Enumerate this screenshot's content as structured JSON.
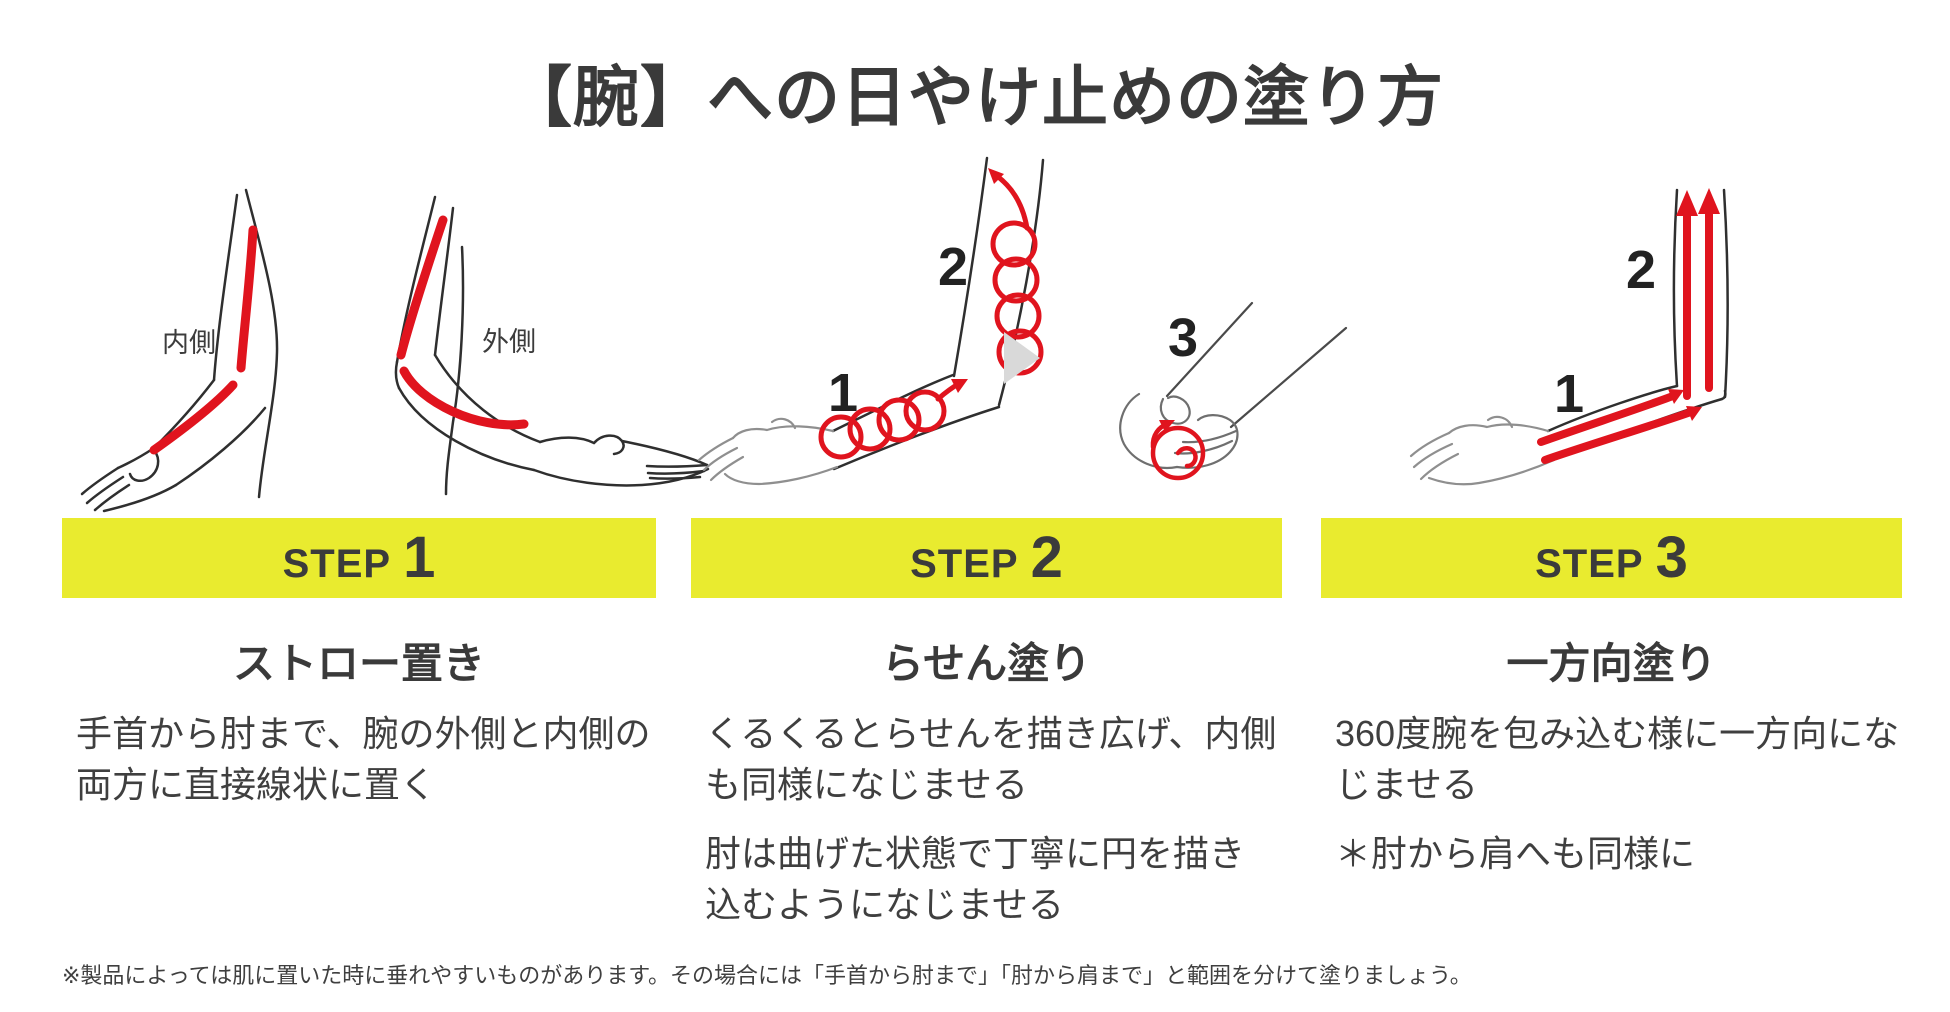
{
  "page": {
    "title": "【腕】への日やけ止めの塗り方",
    "footnote": "※製品によっては肌に置いた時に垂れやすいものがあります。その場合には「手首から肘まで」「肘から肩まで」と範囲を分けて塗りましょう。"
  },
  "colors": {
    "banner_yellow": "#e9eb2f",
    "stroke_red": "#e0141e",
    "text_dark": "#3b3b3b",
    "outline_dark": "#2f2f2f",
    "hand_gray": "#8f8f8f",
    "next_arrow_gray": "#d9d9d9"
  },
  "steps": [
    {
      "banner_word": "STEP",
      "banner_number": "1",
      "heading": "ストロー置き",
      "paragraphs": [
        "手首から肘まで、腕の外側と内側の両方に直接線状に置く"
      ],
      "figure_labels": {
        "inner": "内側",
        "outer": "外側"
      }
    },
    {
      "banner_word": "STEP",
      "banner_number": "2",
      "heading": "らせん塗り",
      "paragraphs": [
        "くるくるとらせんを描き広げ、内側も同様になじませる",
        "肘は曲げた状態で丁寧に円を描き込むようになじませる"
      ],
      "figure_labels": {
        "n1": "1",
        "n2": "2",
        "n3": "3"
      }
    },
    {
      "banner_word": "STEP",
      "banner_number": "3",
      "heading": "一方向塗り",
      "paragraphs": [
        "360度腕を包み込む様に一方向になじませる",
        "＊肘から肩へも同様に"
      ],
      "figure_labels": {
        "n1": "1",
        "n2": "2"
      }
    }
  ]
}
